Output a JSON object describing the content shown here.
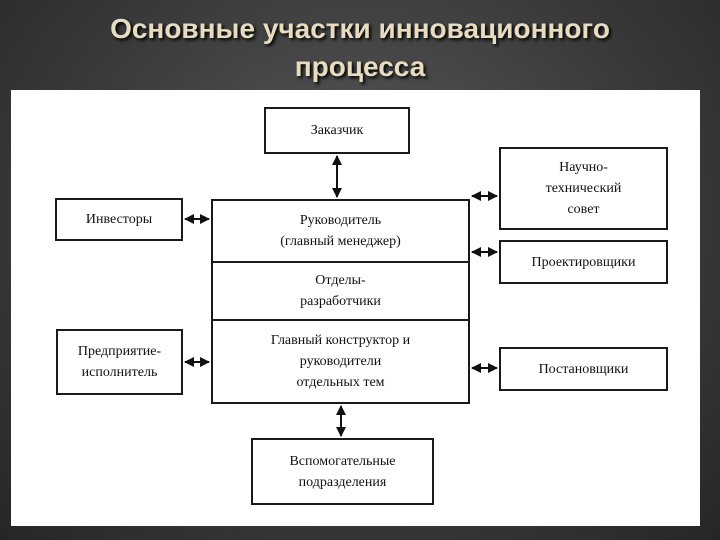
{
  "title": {
    "line1": "Основные участки инновационного",
    "line2": "процесса"
  },
  "diagram": {
    "customer": [
      "Заказчик"
    ],
    "investors": [
      "Инвесторы"
    ],
    "executor": [
      "Предприятие-",
      "исполнитель"
    ],
    "main_sections": {
      "head": [
        "Руководитель",
        "(главный менеджер)"
      ],
      "developers": [
        "Отделы-",
        "разработчики"
      ],
      "designers": [
        "Главный конструктор и",
        "руководители",
        "отдельных тем"
      ]
    },
    "council": [
      "Научно-",
      "технический",
      "совет"
    ],
    "designers_dept": [
      "Проектировщики"
    ],
    "setters": [
      "Постановщики"
    ],
    "auxiliary": [
      "Вспомогательные",
      "подразделения"
    ]
  }
}
